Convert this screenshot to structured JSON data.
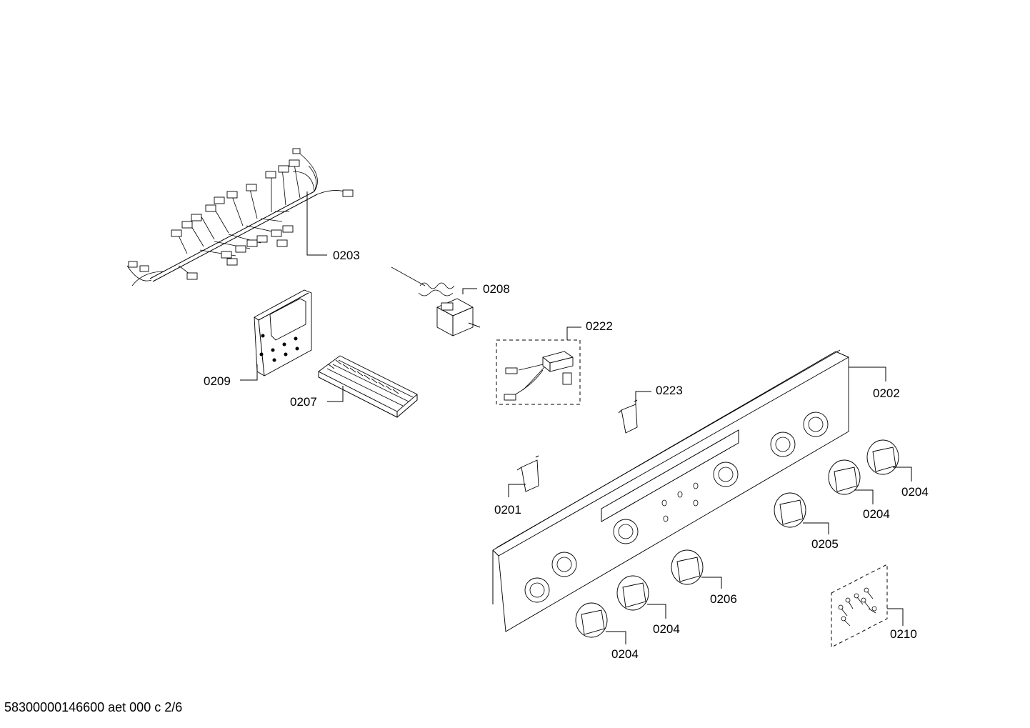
{
  "footer": {
    "document_id": "58300000146600 aet 000 c 2/6"
  },
  "parts": {
    "p0203": "0203",
    "p0208": "0208",
    "p0222": "0222",
    "p0209": "0209",
    "p0207": "0207",
    "p0223": "0223",
    "p0202": "0202",
    "p0201": "0201",
    "p0204a": "0204",
    "p0204b": "0204",
    "p0205": "0205",
    "p0206": "0206",
    "p0204c": "0204",
    "p0204d": "0204",
    "p0210": "0210"
  }
}
